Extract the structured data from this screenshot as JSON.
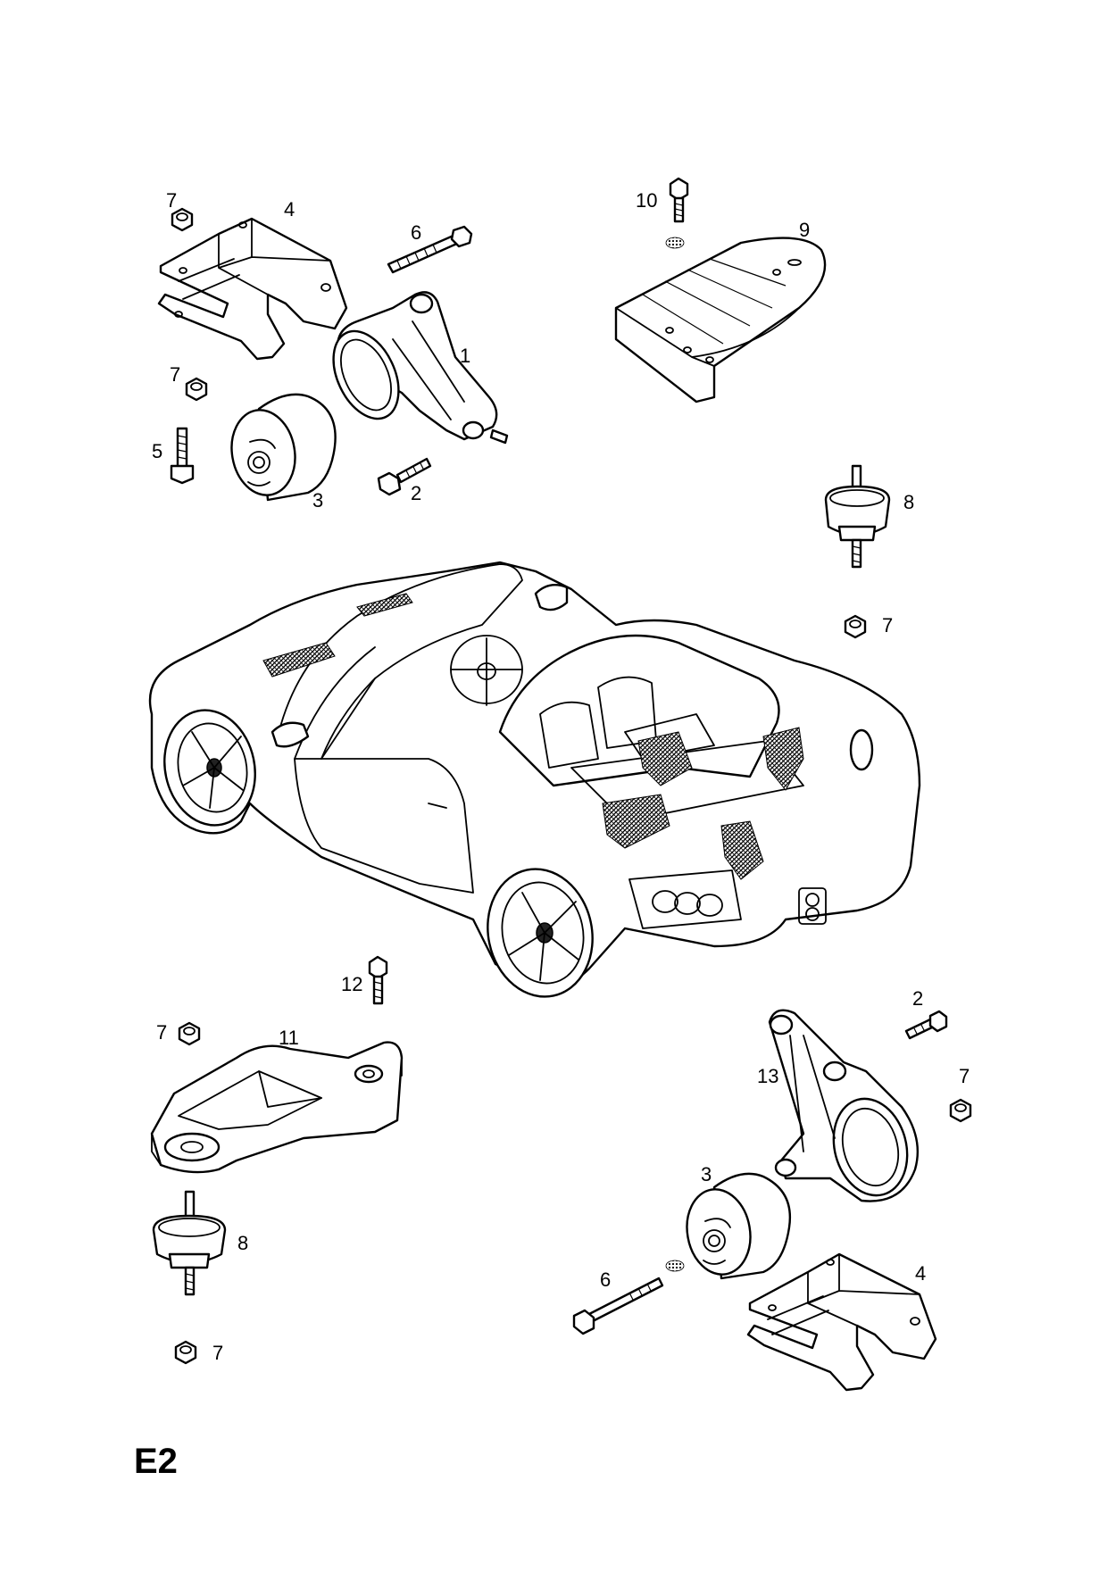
{
  "page_code": "E2",
  "callouts": {
    "c1": "1",
    "c2a": "2",
    "c2b": "2",
    "c3a": "3",
    "c3b": "3",
    "c4a": "4",
    "c4b": "4",
    "c5": "5",
    "c6a": "6",
    "c6b": "6",
    "c7a": "7",
    "c7b": "7",
    "c7c": "7",
    "c7d": "7",
    "c7e": "7",
    "c7f": "7",
    "c8a": "8",
    "c8b": "8",
    "c9": "9",
    "c10": "10",
    "c11": "11",
    "c12": "12",
    "c13": "13"
  },
  "icons": [
    "nut",
    "bolt",
    "stud",
    "washer",
    "bracket",
    "mount-bush",
    "rubber-mount",
    "car-illustration"
  ]
}
